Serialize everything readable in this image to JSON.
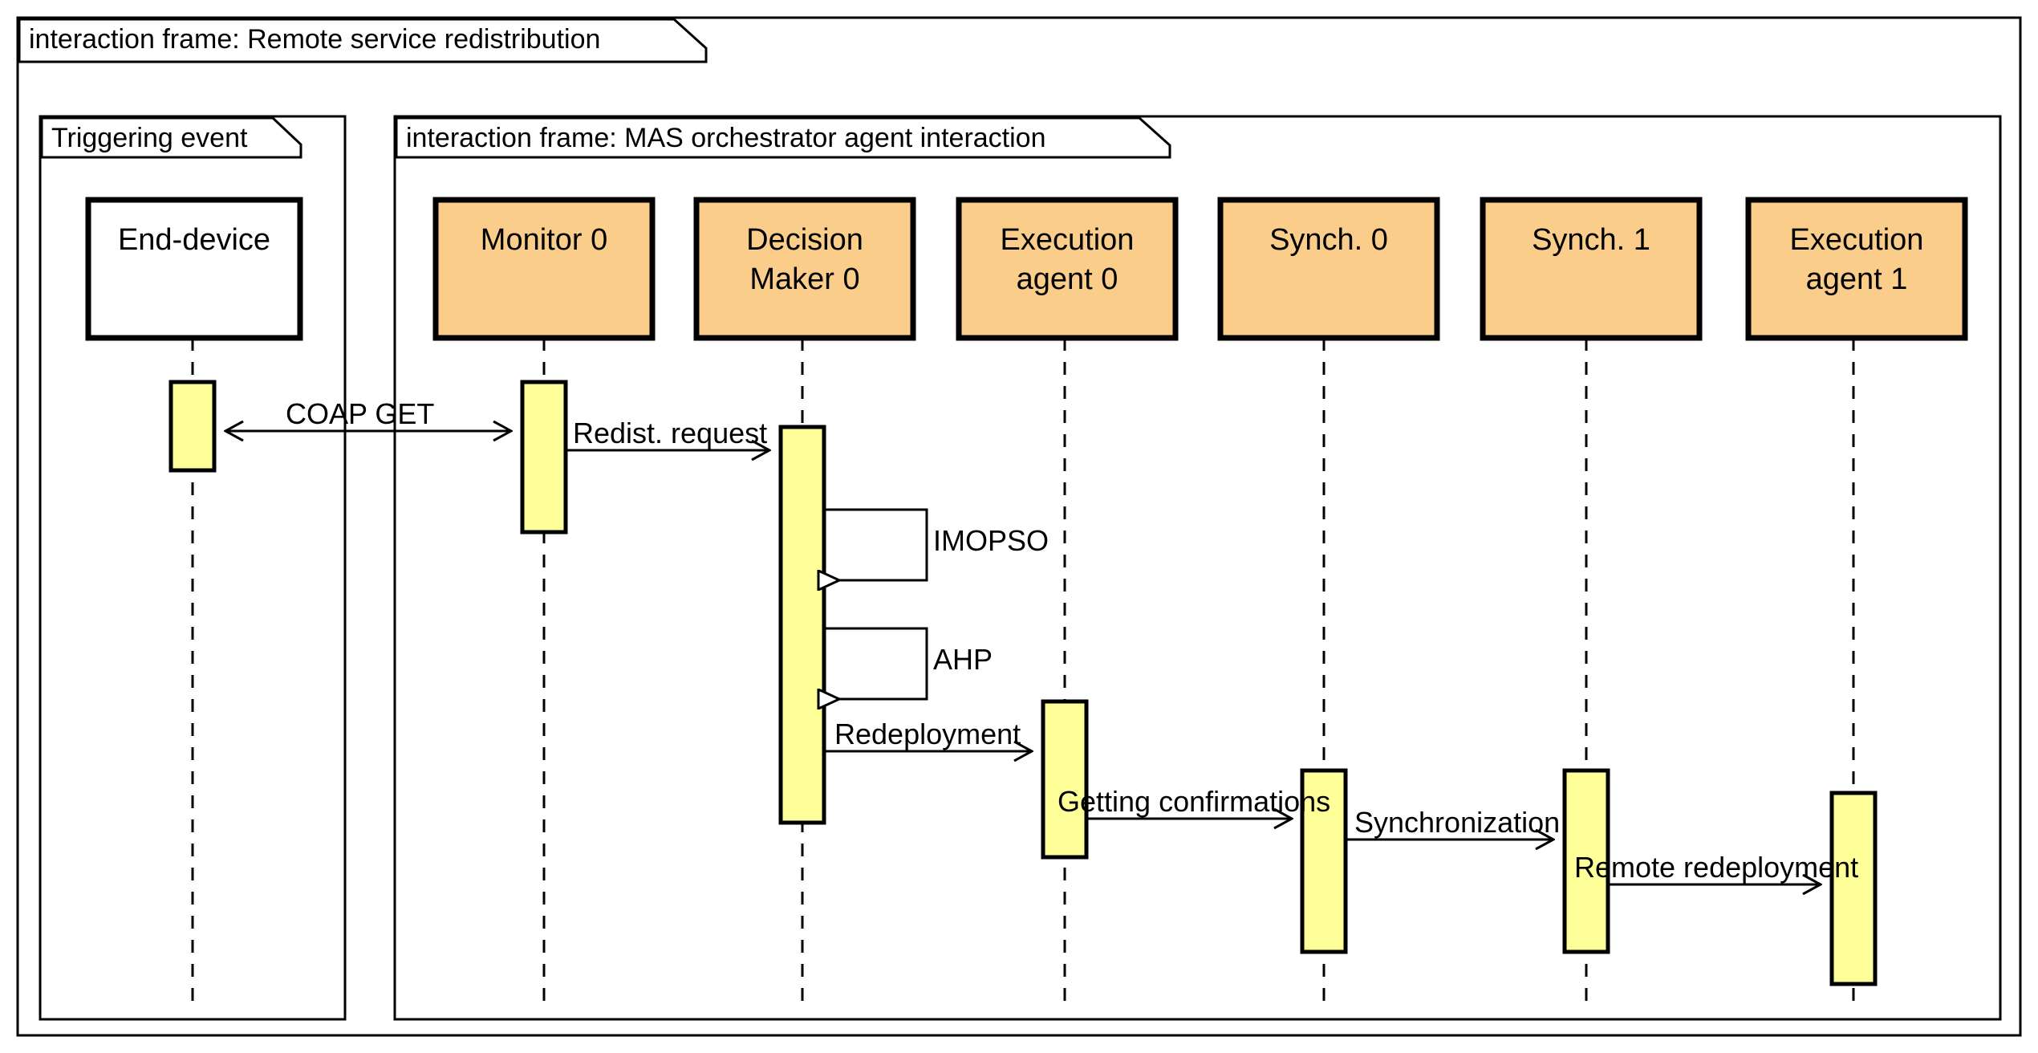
{
  "diagram": {
    "type": "uml-sequence-diagram",
    "outer_frame": {
      "label": "interaction frame: Remote service redistribution"
    },
    "inner_frames": [
      {
        "label": "Triggering event"
      },
      {
        "label": "interaction frame: MAS orchestrator agent interaction"
      }
    ],
    "colors": {
      "agent_fill": "#FACD8A",
      "device_fill": "#FFFFFF",
      "activation_fill": "#FFFF99",
      "stroke": "#000000",
      "background": "#FFFFFF"
    },
    "lifelines": [
      {
        "id": "end-device",
        "label": "End-device",
        "label_line2": "",
        "fill": "#FFFFFF",
        "frame": "Triggering event"
      },
      {
        "id": "monitor-0",
        "label": "Monitor 0",
        "label_line2": "",
        "fill": "#FACD8A",
        "frame": "MAS orchestrator agent interaction"
      },
      {
        "id": "decision-maker-0",
        "label": "Decision",
        "label_line2": "Maker 0",
        "fill": "#FACD8A",
        "frame": "MAS orchestrator agent interaction"
      },
      {
        "id": "execution-agent-0",
        "label": "Execution",
        "label_line2": "agent 0",
        "fill": "#FACD8A",
        "frame": "MAS orchestrator agent interaction"
      },
      {
        "id": "synch-0",
        "label": "Synch. 0",
        "label_line2": "",
        "fill": "#FACD8A",
        "frame": "MAS orchestrator agent interaction"
      },
      {
        "id": "synch-1",
        "label": "Synch. 1",
        "label_line2": "",
        "fill": "#FACD8A",
        "frame": "MAS orchestrator agent interaction"
      },
      {
        "id": "execution-agent-1",
        "label": "Execution",
        "label_line2": "agent 1",
        "fill": "#FACD8A",
        "frame": "MAS orchestrator agent interaction"
      }
    ],
    "messages": [
      {
        "id": "coap-get",
        "label": "COAP GET",
        "from": "monitor-0",
        "to": "end-device",
        "kind": "bidirectional"
      },
      {
        "id": "redist-request",
        "label": "Redist. request",
        "from": "monitor-0",
        "to": "decision-maker-0",
        "kind": "sync"
      },
      {
        "id": "imopso",
        "label": "IMOPSO",
        "from": "decision-maker-0",
        "to": "decision-maker-0",
        "kind": "self"
      },
      {
        "id": "ahp",
        "label": "AHP",
        "from": "decision-maker-0",
        "to": "decision-maker-0",
        "kind": "self"
      },
      {
        "id": "redeployment",
        "label": "Redeployment",
        "from": "decision-maker-0",
        "to": "execution-agent-0",
        "kind": "sync"
      },
      {
        "id": "getting-confirmations",
        "label": "Getting confirmations",
        "from": "execution-agent-0",
        "to": "synch-0",
        "kind": "sync"
      },
      {
        "id": "synchronization",
        "label": "Synchronization",
        "from": "synch-0",
        "to": "synch-1",
        "kind": "sync"
      },
      {
        "id": "remote-redeployment",
        "label": "Remote redeployment",
        "from": "synch-1",
        "to": "execution-agent-1",
        "kind": "sync"
      }
    ]
  }
}
